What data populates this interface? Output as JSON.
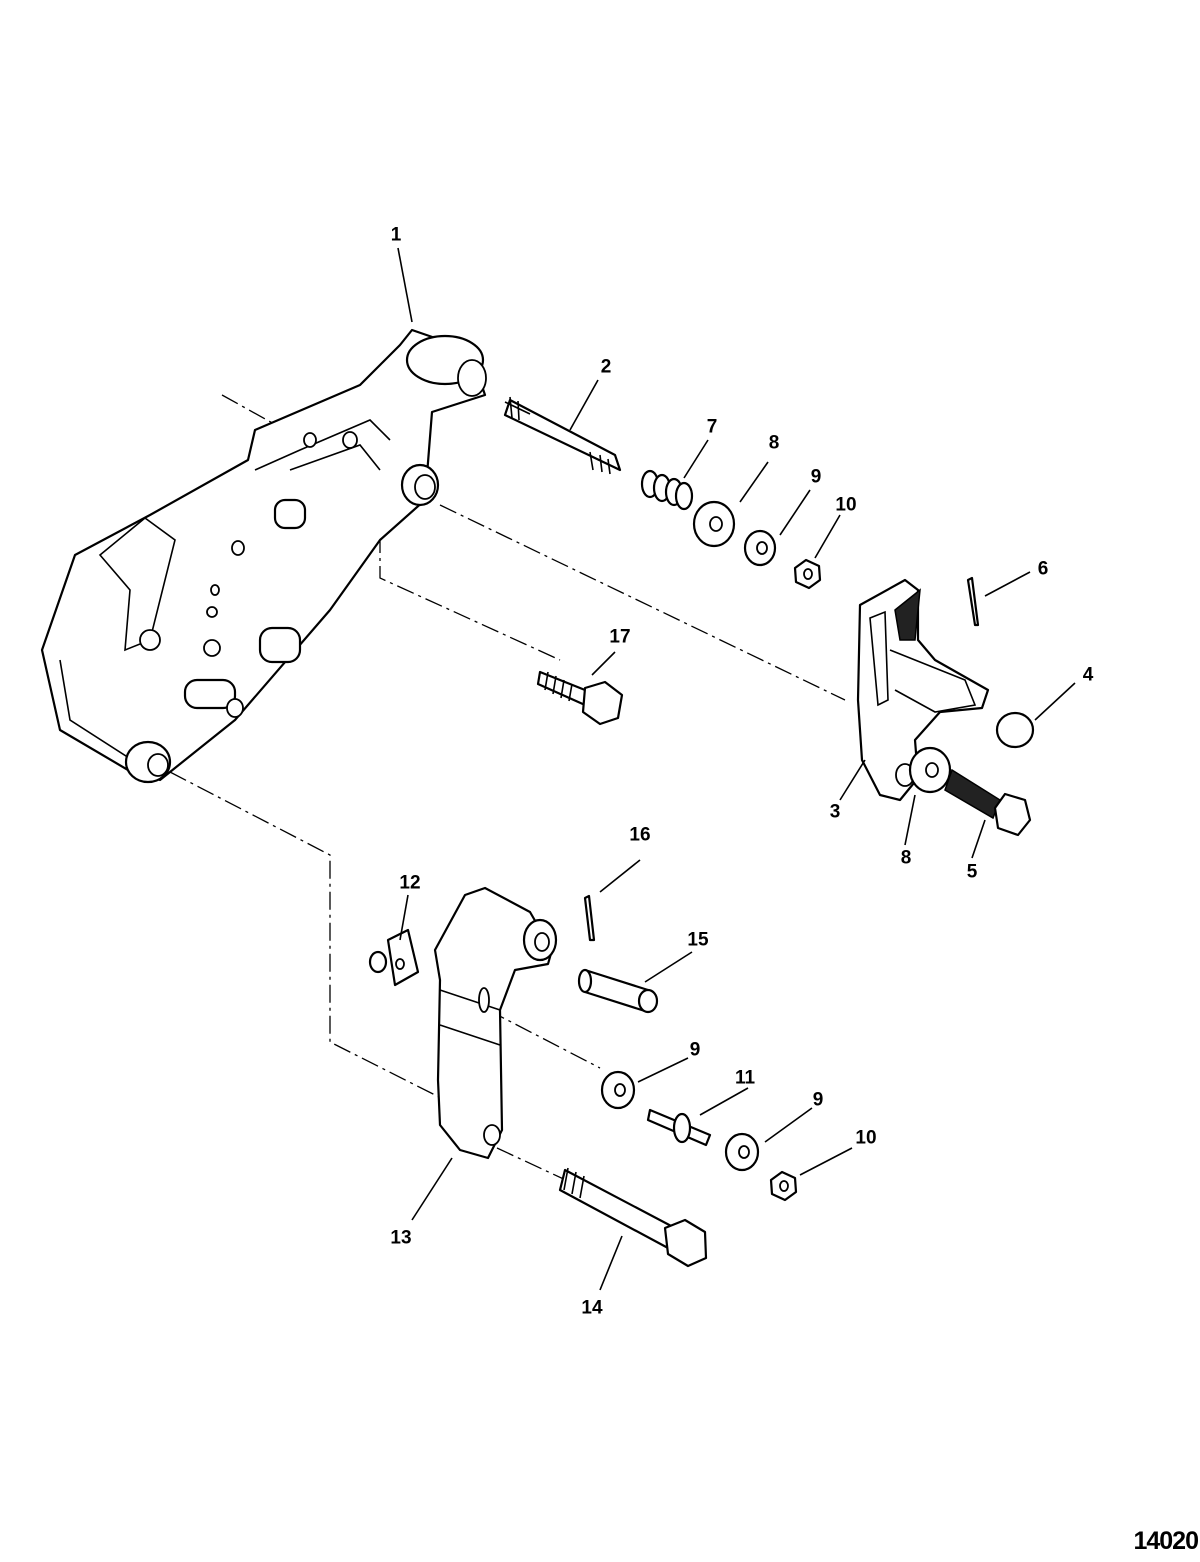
{
  "figure_id": "14020",
  "callouts": [
    {
      "id": "c1",
      "label": "1"
    },
    {
      "id": "c2",
      "label": "2"
    },
    {
      "id": "c7",
      "label": "7"
    },
    {
      "id": "c8a",
      "label": "8"
    },
    {
      "id": "c9a",
      "label": "9"
    },
    {
      "id": "c10a",
      "label": "10"
    },
    {
      "id": "c6",
      "label": "6"
    },
    {
      "id": "c17",
      "label": "17"
    },
    {
      "id": "c4",
      "label": "4"
    },
    {
      "id": "c3",
      "label": "3"
    },
    {
      "id": "c8b",
      "label": "8"
    },
    {
      "id": "c5",
      "label": "5"
    },
    {
      "id": "c16",
      "label": "16"
    },
    {
      "id": "c12",
      "label": "12"
    },
    {
      "id": "c15",
      "label": "15"
    },
    {
      "id": "c9b",
      "label": "9"
    },
    {
      "id": "c11",
      "label": "11"
    },
    {
      "id": "c9c",
      "label": "9"
    },
    {
      "id": "c10b",
      "label": "10"
    },
    {
      "id": "c13",
      "label": "13"
    },
    {
      "id": "c14",
      "label": "14"
    }
  ]
}
